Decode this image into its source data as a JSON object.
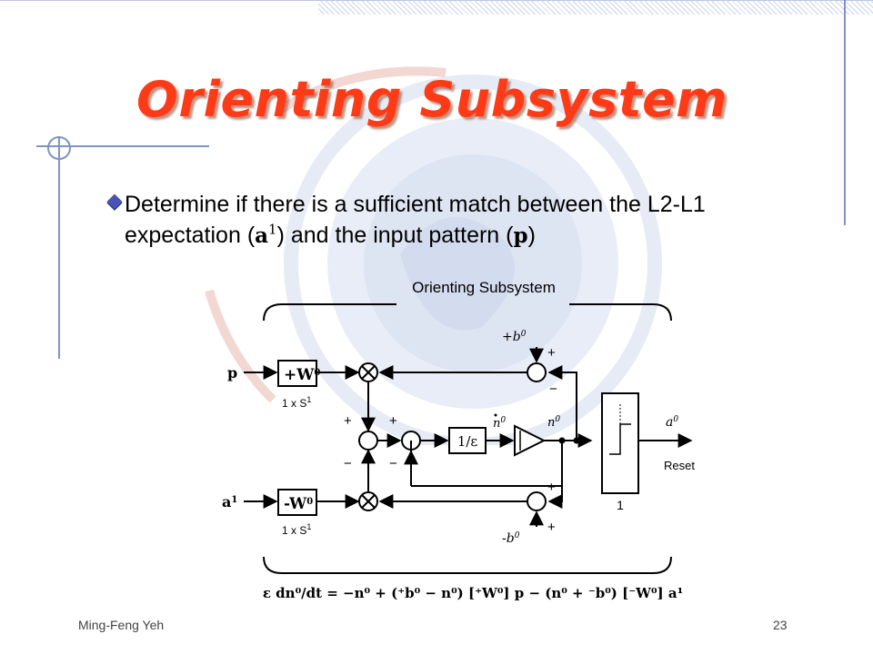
{
  "slide": {
    "title": "Orienting Subsystem",
    "bullet": {
      "text_before": "Determine if there is a sufficient match between the L2-L1 expectation (",
      "sym_a": "a",
      "sup_1": "1",
      "text_middle": ") and the input pattern (",
      "sym_p": "p",
      "text_after": ")"
    },
    "footer": {
      "author": "Ming-Feng Yeh",
      "page": "23"
    }
  },
  "diagram": {
    "title": "Orienting Subsystem",
    "input_p": "p",
    "input_a": "a",
    "input_a_sup": "1",
    "weight_top": "+W",
    "weight_bottom": "-W",
    "weight_sup": "0",
    "dim_label_top": "1 x S",
    "dim_label_bottom": "1 x S",
    "dim_sup": "1",
    "gain_label": "1/ε",
    "n_dot_label": "n",
    "n_label": "n",
    "n_sup": "0",
    "bias_top": "+b",
    "bias_bottom": "-b",
    "bias_sup": "0",
    "plus": "+",
    "minus": "−",
    "output_label": "a",
    "output_sup": "0",
    "reset_label": "Reset",
    "threshold_label": "1",
    "equation": "ε dn⁰/dt = −n⁰ + (⁺b⁰ − n⁰) [⁺W⁰] p − (n⁰ + ⁻b⁰) [⁻W⁰] a¹"
  },
  "colors": {
    "title": "#ff3b17",
    "bullet": "#4a52b5",
    "deco_lines": "#7f93c6"
  }
}
